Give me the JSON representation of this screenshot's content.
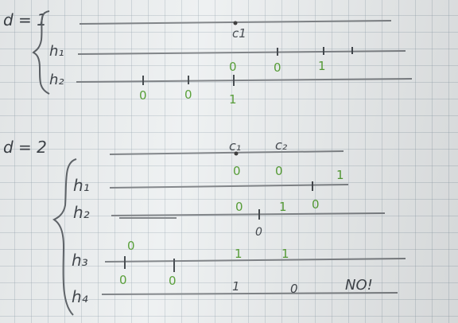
{
  "case1": {
    "d_label": "d = 1",
    "row_labels": [
      "h₁",
      "h₂"
    ],
    "header_labels": [
      "c1"
    ],
    "h1_values": [
      "0",
      "0",
      "1"
    ],
    "h2_values": [
      "0",
      "0",
      "1"
    ]
  },
  "case2": {
    "d_label": "d = 2",
    "row_labels": [
      "h₁",
      "h₂",
      "h₃",
      "h₄"
    ],
    "header_labels": [
      "c₁",
      "c₂"
    ],
    "h1_values": [
      "0",
      "0",
      "1"
    ],
    "h2_values": [
      "0",
      "1",
      "0"
    ],
    "h2_under": "0",
    "h3_values": [
      "0",
      "1",
      "1"
    ],
    "h4_values": [
      "0",
      "0",
      "1",
      "0"
    ],
    "verdict": "NO!"
  }
}
